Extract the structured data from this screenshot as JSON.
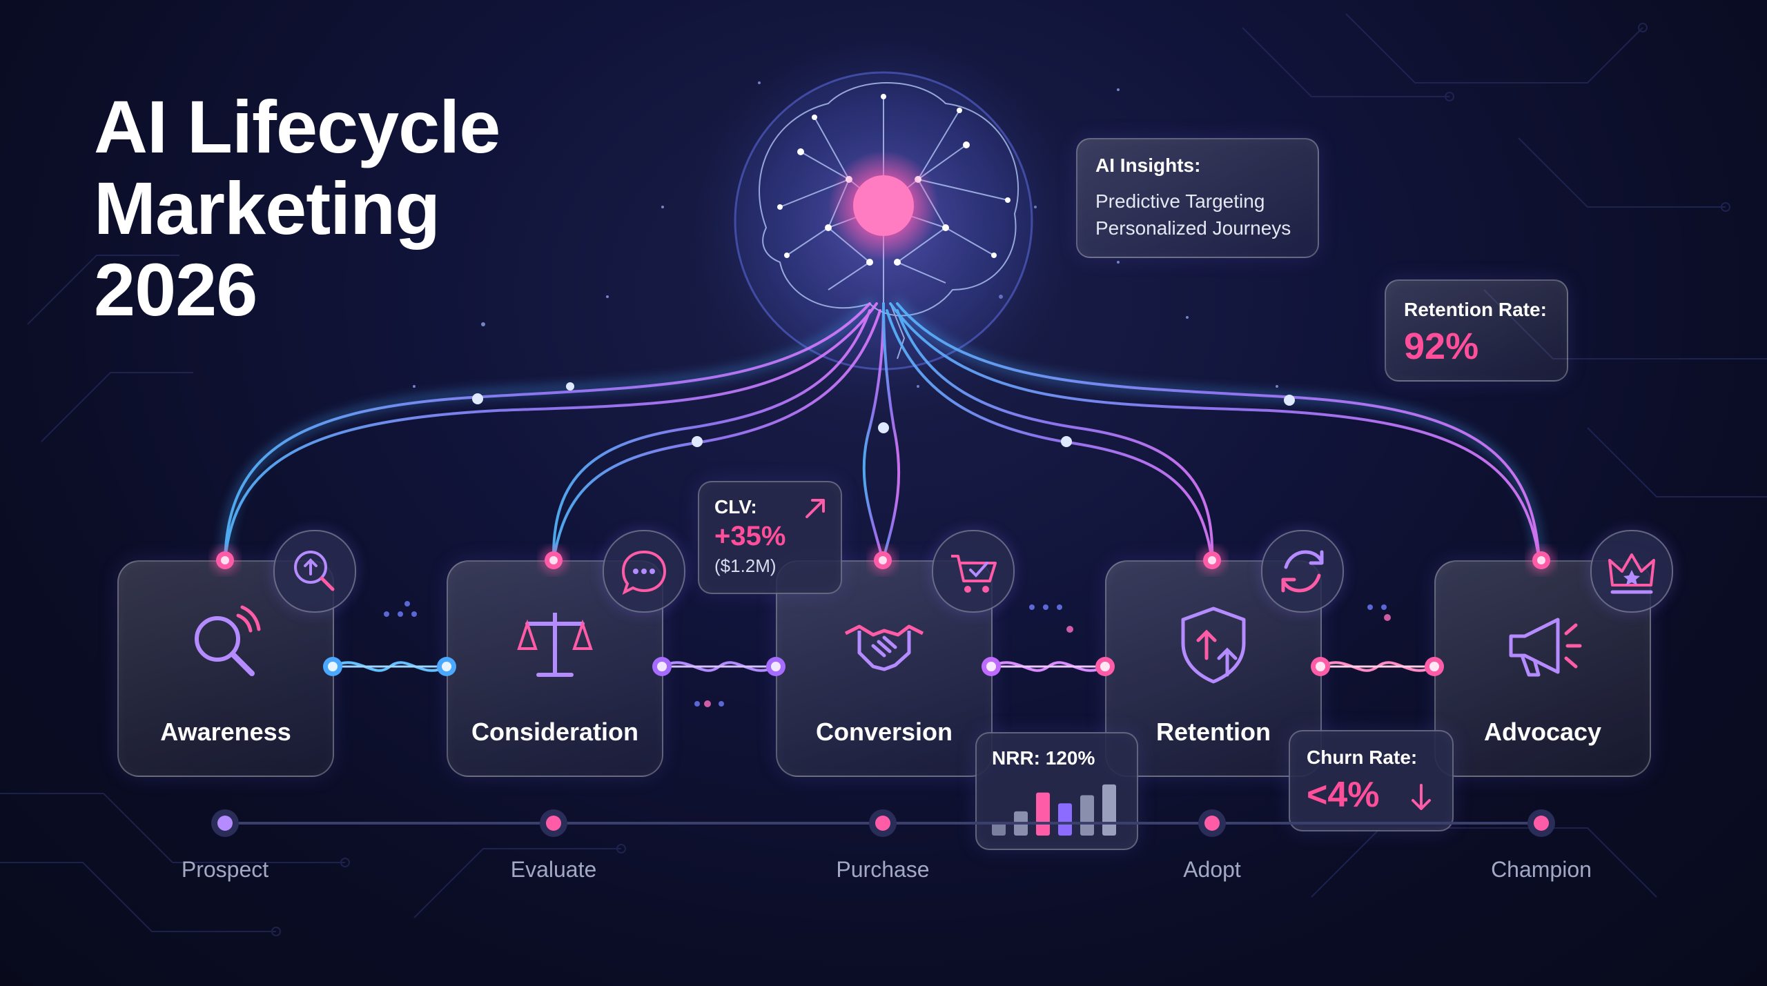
{
  "title": {
    "line1": "AI Lifecycle",
    "line2": "Marketing",
    "line3": "2026"
  },
  "insights": {
    "title": "AI Insights:",
    "line1": "Predictive Targeting",
    "line2": "Personalized Journeys"
  },
  "retention_rate": {
    "label": "Retention Rate:",
    "value": "92%"
  },
  "clv": {
    "label": "CLV:",
    "value": "+35%",
    "detail": "($1.2M)"
  },
  "nrr": {
    "label": "NRR: 120%",
    "bars": [
      0.25,
      0.45,
      0.8,
      0.6,
      0.75,
      0.95
    ]
  },
  "churn": {
    "label": "Churn Rate:",
    "value": "<4%"
  },
  "stages": [
    {
      "label": "Awareness",
      "sublabel": "Prospect",
      "icon": "magnifier-signal-icon",
      "badge_icon": "search-up-icon"
    },
    {
      "label": "Consideration",
      "sublabel": "Evaluate",
      "icon": "scales-icon",
      "badge_icon": "chat-bubble-icon"
    },
    {
      "label": "Conversion",
      "sublabel": "Purchase",
      "icon": "handshake-icon",
      "badge_icon": "cart-check-icon"
    },
    {
      "label": "Retention",
      "sublabel": "Adopt",
      "icon": "shield-arrows-icon",
      "badge_icon": "refresh-icon"
    },
    {
      "label": "Advocacy",
      "sublabel": "Champion",
      "icon": "megaphone-icon",
      "badge_icon": "crown-icon"
    }
  ],
  "colors": {
    "pink": "#ff4f9a",
    "blue": "#4aa8ff",
    "violet": "#a66bff",
    "background": "#0d1030"
  }
}
